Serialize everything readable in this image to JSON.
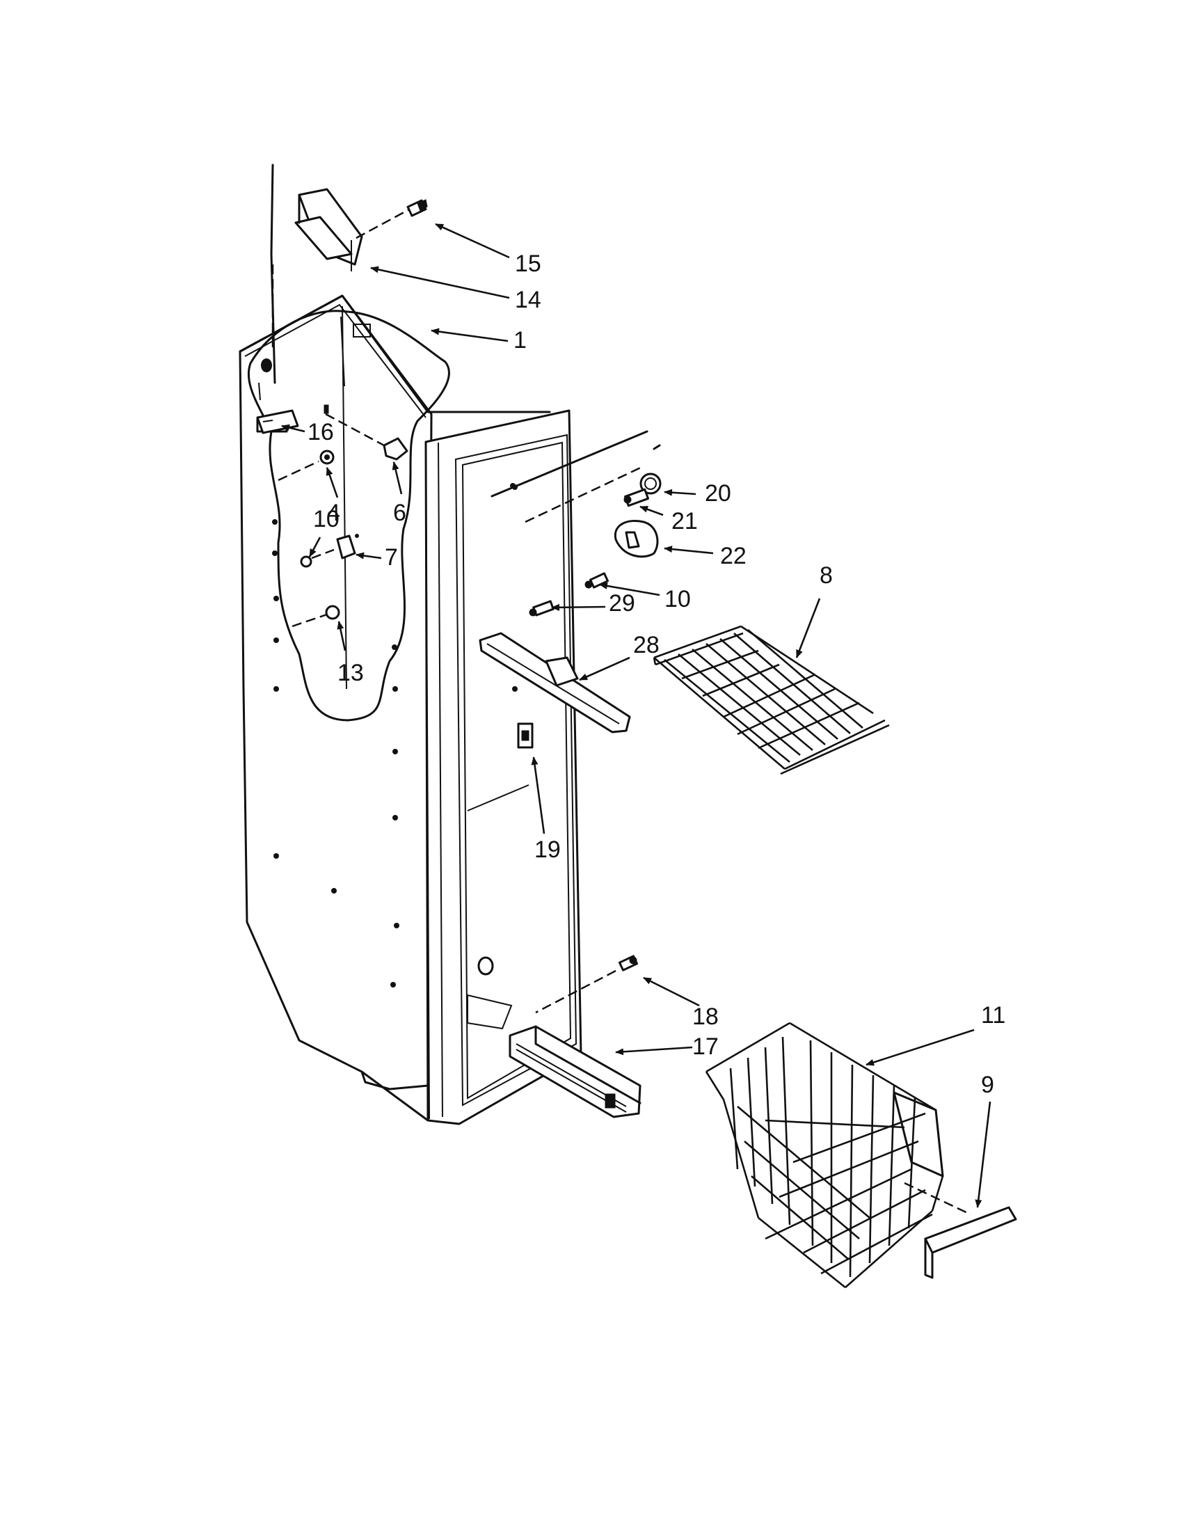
{
  "callouts": [
    {
      "id": "c1",
      "text": "1"
    },
    {
      "id": "c4",
      "text": "4"
    },
    {
      "id": "c6",
      "text": "6"
    },
    {
      "id": "c7",
      "text": "7"
    },
    {
      "id": "c8",
      "text": "8"
    },
    {
      "id": "c9",
      "text": "9"
    },
    {
      "id": "c10a",
      "text": "10"
    },
    {
      "id": "c10b",
      "text": "10"
    },
    {
      "id": "c11",
      "text": "11"
    },
    {
      "id": "c13",
      "text": "13"
    },
    {
      "id": "c14",
      "text": "14"
    },
    {
      "id": "c15",
      "text": "15"
    },
    {
      "id": "c16",
      "text": "16"
    },
    {
      "id": "c17",
      "text": "17"
    },
    {
      "id": "c18",
      "text": "18"
    },
    {
      "id": "c19",
      "text": "19"
    },
    {
      "id": "c20",
      "text": "20"
    },
    {
      "id": "c21",
      "text": "21"
    },
    {
      "id": "c22",
      "text": "22"
    },
    {
      "id": "c28",
      "text": "28"
    },
    {
      "id": "c29",
      "text": "29"
    }
  ]
}
